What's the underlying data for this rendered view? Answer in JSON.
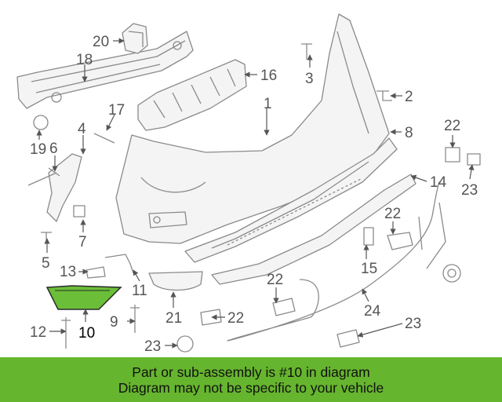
{
  "highlight_color": "#6bbf38",
  "banner_color": "#66b52e",
  "callouts": [
    {
      "id": "c1",
      "label": "1"
    },
    {
      "id": "c2",
      "label": "2"
    },
    {
      "id": "c3",
      "label": "3"
    },
    {
      "id": "c4",
      "label": "4"
    },
    {
      "id": "c5",
      "label": "5"
    },
    {
      "id": "c6",
      "label": "6"
    },
    {
      "id": "c7",
      "label": "7"
    },
    {
      "id": "c8",
      "label": "8"
    },
    {
      "id": "c9",
      "label": "9"
    },
    {
      "id": "c10",
      "label": "10"
    },
    {
      "id": "c11",
      "label": "11"
    },
    {
      "id": "c12",
      "label": "12"
    },
    {
      "id": "c13",
      "label": "13"
    },
    {
      "id": "c14",
      "label": "14"
    },
    {
      "id": "c15",
      "label": "15"
    },
    {
      "id": "c16",
      "label": "16"
    },
    {
      "id": "c17",
      "label": "17"
    },
    {
      "id": "c18",
      "label": "18"
    },
    {
      "id": "c19",
      "label": "19"
    },
    {
      "id": "c20",
      "label": "20"
    },
    {
      "id": "c21",
      "label": "21"
    },
    {
      "id": "c22a",
      "label": "22"
    },
    {
      "id": "c22b",
      "label": "22"
    },
    {
      "id": "c22c",
      "label": "22"
    },
    {
      "id": "c22d",
      "label": "22"
    },
    {
      "id": "c23a",
      "label": "23"
    },
    {
      "id": "c23b",
      "label": "23"
    },
    {
      "id": "c23c",
      "label": "23"
    },
    {
      "id": "c24",
      "label": "24"
    }
  ],
  "banner": {
    "line1": "Part or sub-assembly is #10 in diagram",
    "line2": "Diagram may not be specific to your vehicle"
  }
}
